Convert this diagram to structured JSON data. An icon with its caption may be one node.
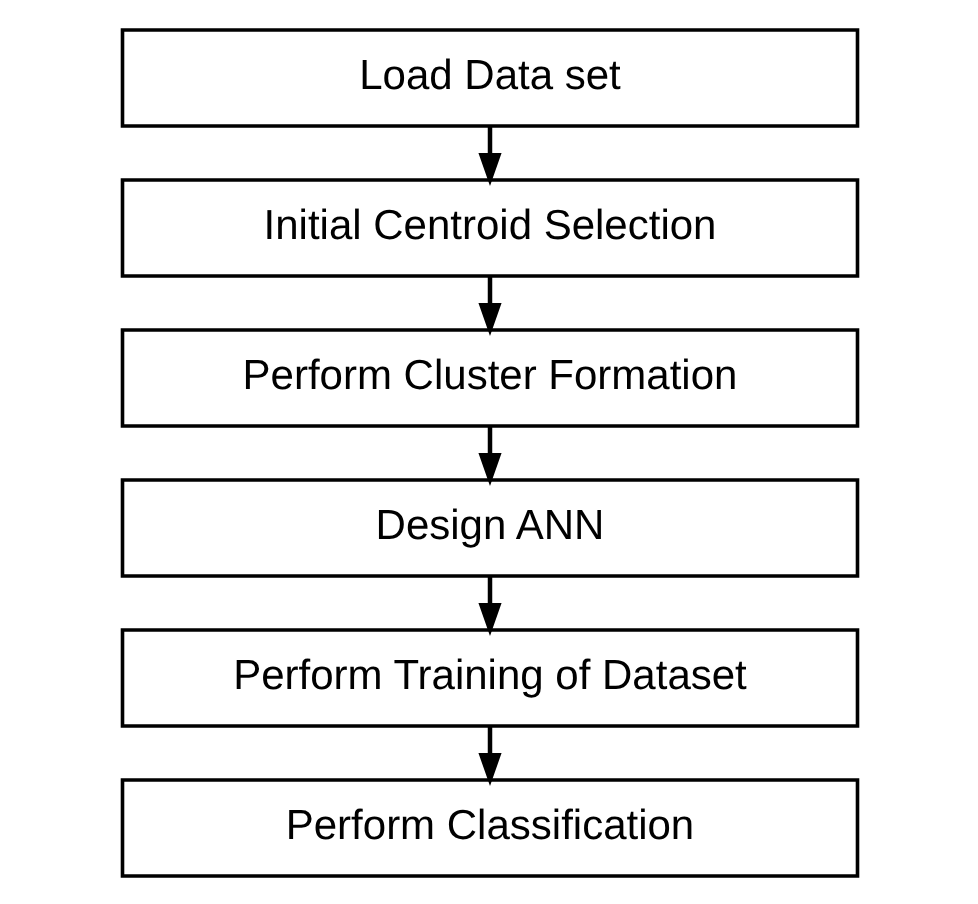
{
  "diagram": {
    "nodes": [
      {
        "text": [
          "Load Data set"
        ]
      },
      {
        "text": [
          "Initial Centroid Selection"
        ]
      },
      {
        "text": [
          "Perform Cluster Formation"
        ]
      },
      {
        "text": [
          "Design ANN"
        ]
      },
      {
        "text": [
          "Perform Training of Dataset"
        ]
      },
      {
        "text": [
          "Perform Classification"
        ]
      }
    ],
    "edges": [
      {
        "from": 0,
        "to": 1,
        "arrow": "to"
      },
      {
        "from": 1,
        "to": 2,
        "arrow": "to"
      },
      {
        "from": 2,
        "to": 3,
        "arrow": "to"
      },
      {
        "from": 3,
        "to": 4,
        "arrow": "to"
      },
      {
        "from": 4,
        "to": 5,
        "arrow": "to"
      }
    ]
  }
}
